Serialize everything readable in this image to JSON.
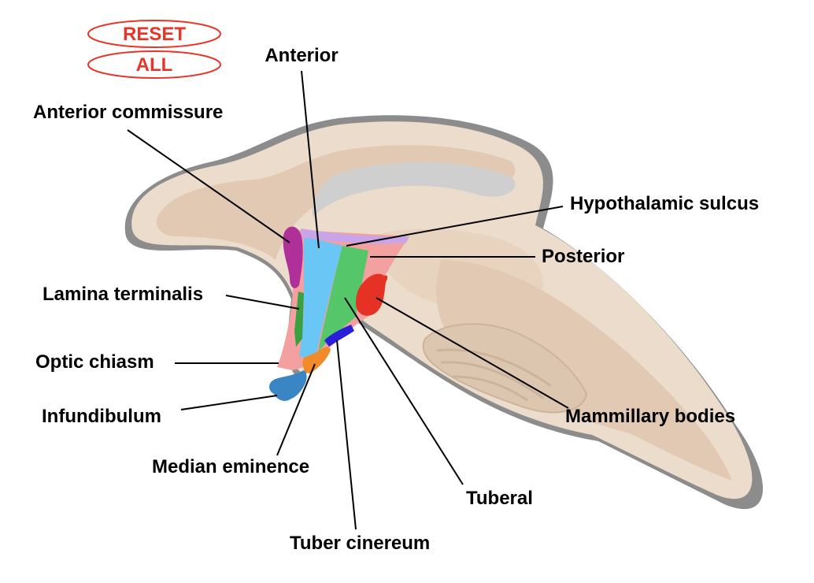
{
  "buttons": {
    "reset_label": "RESET",
    "all_label": "ALL"
  },
  "labels": {
    "anterior": "Anterior",
    "anterior_commissure": "Anterior commissure",
    "hypothalamic_sulcus": "Hypothalamic sulcus",
    "posterior": "Posterior",
    "lamina_terminalis": "Lamina terminalis",
    "optic_chiasm": "Optic chiasm",
    "infundibulum": "Infundibulum",
    "median_eminence": "Median eminence",
    "mammillary_bodies": "Mammillary bodies",
    "tuberal": "Tuberal",
    "tuber_cinereum": "Tuber cinereum"
  },
  "colors": {
    "button_red": "#e8352a",
    "brain_fill": "#ecdccc",
    "brain_shadow": "#8c8c8c",
    "brain_inner": "#e2c9b4",
    "anterior_region": "#6ac6f5",
    "tuberal_region": "#55c76a",
    "anterior_commissure": "#b0309a",
    "mammillary_bodies": "#e53224",
    "tuber_cinereum": "#2a1fd8",
    "median_eminence": "#f08a2a",
    "infundibulum": "#3a86c4",
    "hypothalamic_sulcus": "#c8a4e8",
    "outline_pink": "#f2a0a0"
  }
}
